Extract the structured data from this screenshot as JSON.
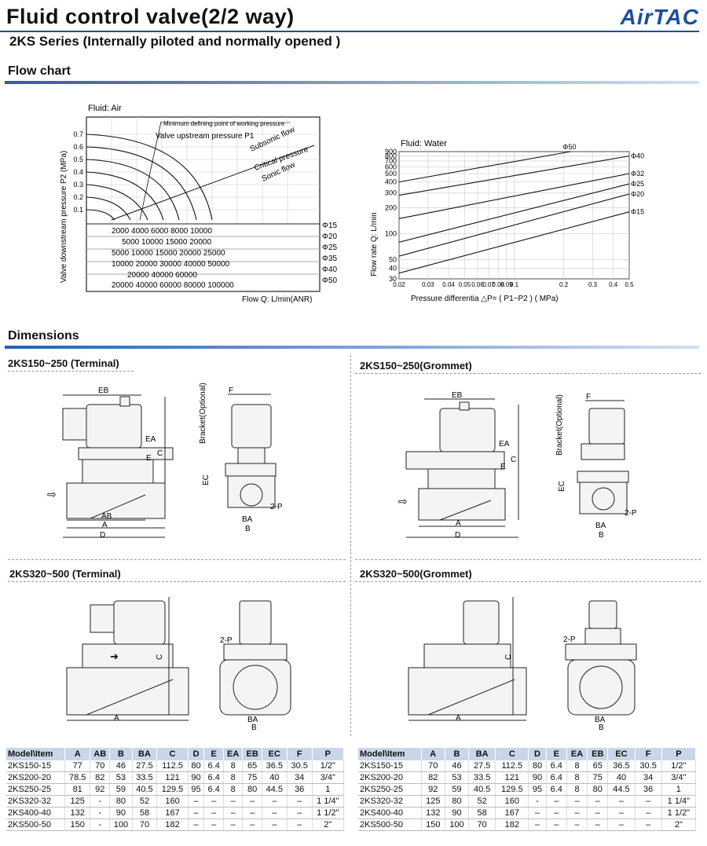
{
  "header": {
    "title": "Fluid control valve(2/2 way)",
    "logo": "AirTAC",
    "subtitle": "2KS Series (Internally piloted and normally opened )"
  },
  "sections": {
    "flow_chart": "Flow chart",
    "dimensions": "Dimensions"
  },
  "air_chart": {
    "fluid": "Fluid: Air",
    "ylabel": "Valve downstream pressure P2 (MPa)",
    "xlabel": "Flow Q: L/min(ANR)",
    "annot_min": "Minimum defining point of working pressure",
    "annot_p1": "Valve upstream pressure P1",
    "annot_subsonic": "Subsonic flow",
    "annot_critical": "Critical pressure",
    "annot_sonic": "Sonic flow",
    "yticks": [
      "0.7",
      "0.6",
      "0.5",
      "0.4",
      "0.3",
      "0.2",
      "0.1"
    ],
    "scale_rows": [
      {
        "label": "Φ15",
        "ticks": "2000  4000  6000  8000  10000"
      },
      {
        "label": "Φ20",
        "ticks": "5000    10000   15000    20000"
      },
      {
        "label": "Φ25",
        "ticks": "5000  10000  15000   20000  25000"
      },
      {
        "label": "Φ35",
        "ticks": "10000   20000   30000   40000  50000"
      },
      {
        "label": "Φ40",
        "ticks": "20000       40000       60000"
      },
      {
        "label": "Φ50",
        "ticks": "20000    40000   60000   80000  100000"
      }
    ]
  },
  "water_chart": {
    "fluid": "Fluid: Water",
    "ylabel": "Flow rate Q: L/min",
    "xlabel": "Pressure differentia  △P= ( P1−P2 )     ( MPa)",
    "yticks": [
      "900",
      "800",
      "700",
      "600",
      "500",
      "400",
      "300",
      "200",
      "100",
      "50",
      "40",
      "30"
    ],
    "xticks": [
      "0.02",
      "0.03",
      "0.04",
      "0.05",
      "0.06",
      "0.07",
      "0.08",
      "0.09",
      "0.1",
      "0.2",
      "0.3",
      "0.4",
      "0.5"
    ],
    "series": [
      "Φ50",
      "Φ40",
      "Φ32",
      "Φ25",
      "Φ20",
      "Φ15"
    ]
  },
  "chart_data": {
    "type": "line",
    "title": "",
    "xlabel": "Pressure differentia △P= ( P1−P2 ) ( MPa)",
    "ylabel": "Flow rate Q: L/min",
    "xscale": "log",
    "yscale": "log",
    "xlim": [
      0.02,
      0.5
    ],
    "ylim": [
      30,
      900
    ],
    "series": [
      {
        "name": "Φ50",
        "x": [
          0.02,
          0.22
        ],
        "y": [
          400,
          900
        ]
      },
      {
        "name": "Φ40",
        "x": [
          0.02,
          0.5
        ],
        "y": [
          280,
          800
        ]
      },
      {
        "name": "Φ32",
        "x": [
          0.02,
          0.5
        ],
        "y": [
          150,
          500
        ]
      },
      {
        "name": "Φ25",
        "x": [
          0.02,
          0.5
        ],
        "y": [
          80,
          380
        ]
      },
      {
        "name": "Φ20",
        "x": [
          0.02,
          0.5
        ],
        "y": [
          55,
          290
        ]
      },
      {
        "name": "Φ15",
        "x": [
          0.02,
          0.5
        ],
        "y": [
          35,
          180
        ]
      }
    ]
  },
  "diagrams": {
    "t1": "2KS150~250 (Terminal)",
    "t2": "2KS150~250(Grommet)",
    "t3": "2KS320~500 (Terminal)",
    "t4": "2KS320~500(Grommet)",
    "bracket": "Bracket(Optional)",
    "lbl": {
      "EB": "EB",
      "EA": "EA",
      "E": "E",
      "C": "C",
      "AB": "AB",
      "A": "A",
      "D": "D",
      "F": "F",
      "EC": "EC",
      "BA": "BA",
      "B": "B",
      "P": "2-P"
    }
  },
  "table_left": {
    "headers": [
      "Model\\Item",
      "A",
      "AB",
      "B",
      "BA",
      "C",
      "D",
      "E",
      "EA",
      "EB",
      "EC",
      "F",
      "P"
    ],
    "rows": [
      [
        "2KS150-15",
        "77",
        "70",
        "46",
        "27.5",
        "112.5",
        "80",
        "6.4",
        "8",
        "65",
        "36.5",
        "30.5",
        "1/2\""
      ],
      [
        "2KS200-20",
        "78.5",
        "82",
        "53",
        "33.5",
        "121",
        "90",
        "6.4",
        "8",
        "75",
        "40",
        "34",
        "3/4\""
      ],
      [
        "2KS250-25",
        "81",
        "92",
        "59",
        "40.5",
        "129.5",
        "95",
        "6.4",
        "8",
        "80",
        "44.5",
        "36",
        "1"
      ],
      [
        "2KS320-32",
        "125",
        "-",
        "80",
        "52",
        "160",
        "–",
        "–",
        "–",
        "–",
        "–",
        "–",
        "1 1/4\""
      ],
      [
        "2KS400-40",
        "132",
        "-",
        "90",
        "58",
        "167",
        "–",
        "–",
        "–",
        "–",
        "–",
        "–",
        "1 1/2\""
      ],
      [
        "2KS500-50",
        "150",
        "-",
        "100",
        "70",
        "182",
        "–",
        "–",
        "–",
        "–",
        "–",
        "–",
        "2\""
      ]
    ]
  },
  "table_right": {
    "headers": [
      "Model\\Item",
      "A",
      "B",
      "BA",
      "C",
      "D",
      "E",
      "EA",
      "EB",
      "EC",
      "F",
      "P"
    ],
    "rows": [
      [
        "2KS150-15",
        "70",
        "46",
        "27.5",
        "112.5",
        "80",
        "6.4",
        "8",
        "65",
        "36.5",
        "30.5",
        "1/2\""
      ],
      [
        "2KS200-20",
        "82",
        "53",
        "33.5",
        "121",
        "90",
        "6.4",
        "8",
        "75",
        "40",
        "34",
        "3/4\""
      ],
      [
        "2KS250-25",
        "92",
        "59",
        "40.5",
        "129.5",
        "95",
        "6.4",
        "8",
        "80",
        "44.5",
        "36",
        "1"
      ],
      [
        "2KS320-32",
        "125",
        "80",
        "52",
        "160",
        "-",
        "–",
        "–",
        "–",
        "–",
        "–",
        "1 1/4\""
      ],
      [
        "2KS400-40",
        "132",
        "90",
        "58",
        "167",
        "–",
        "–",
        "–",
        "–",
        "–",
        "–",
        "1 1/2\""
      ],
      [
        "2KS500-50",
        "150",
        "100",
        "70",
        "182",
        "–",
        "–",
        "–",
        "–",
        "–",
        "–",
        "2\""
      ]
    ]
  }
}
